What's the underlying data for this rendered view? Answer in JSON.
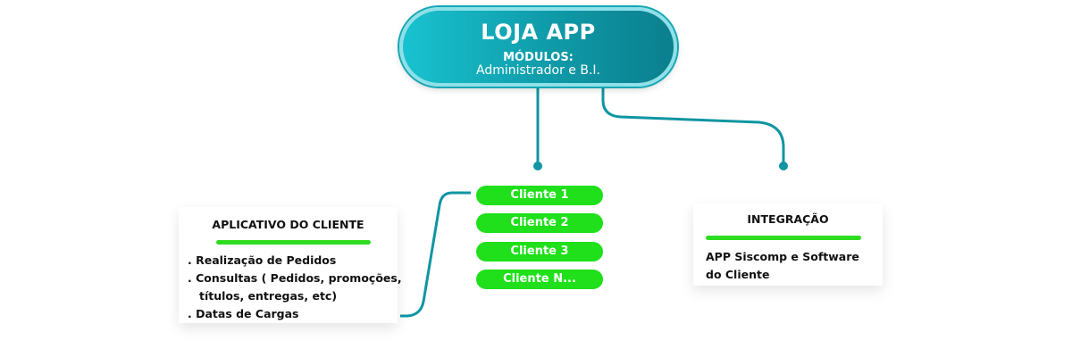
{
  "hub": {
    "title": "LOJA APP",
    "subtitle": "MÓDULOS:",
    "description": "Administrador e B.I."
  },
  "clients": [
    "Cliente 1",
    "Cliente 2",
    "Cliente 3",
    "Cliente N..."
  ],
  "app_card": {
    "title": "APLICATIVO DO CLIENTE",
    "items": [
      ". Realização de Pedidos",
      ". Consultas ( Pedidos, promoções,",
      "títulos, entregas, etc)",
      ". Datas de Cargas"
    ]
  },
  "integration_card": {
    "title": "INTEGRAÇÃO",
    "lines": [
      "APP Siscomp e Software",
      "do Cliente"
    ]
  },
  "colors": {
    "teal": "#0f95a3",
    "hub_gradient_start": "#19c2d0",
    "hub_gradient_end": "#0b7f8e",
    "green": "#1fe01a",
    "underline_green": "#2fdc1f"
  }
}
